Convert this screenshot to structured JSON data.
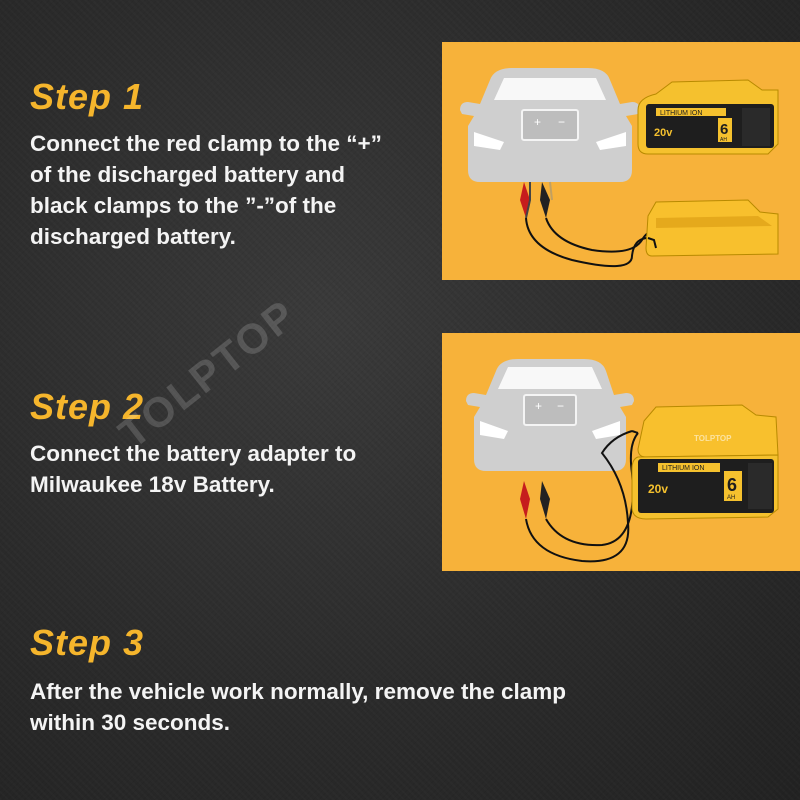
{
  "watermark": "TOLPTOP",
  "colors": {
    "accent": "#f5b52c",
    "panel": "#f7b23a",
    "text": "#f4f4f4"
  },
  "steps": [
    {
      "title": "Step 1",
      "lines": [
        "Connect the red clamp to the “+”",
        "of the discharged battery and",
        "black clamps to the ”-”of the",
        "discharged battery."
      ]
    },
    {
      "title": "Step 2",
      "lines": [
        "Connect the battery adapter to",
        "Milwaukee 18v Battery."
      ]
    },
    {
      "title": "Step 3",
      "lines": [
        "After the vehicle work normally, remove the clamp",
        "within 30 seconds."
      ]
    }
  ],
  "battery": {
    "brand_text": "LITHIUM ION",
    "voltage_text": "20v",
    "capacity_number": "6",
    "capacity_unit": "AH",
    "adapter_text": "TOLPTOP"
  },
  "car_terminals": {
    "plus": "+",
    "minus": "−"
  }
}
